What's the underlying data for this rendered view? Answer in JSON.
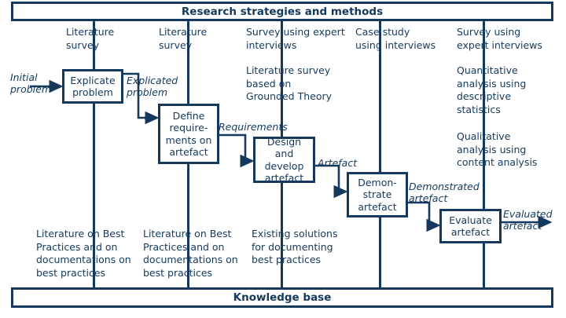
{
  "diagram": {
    "title_bar": {
      "label": "Research strategies and methods"
    },
    "bottom_bar": {
      "label": "Knowledge base"
    },
    "accent_color": "#14395c",
    "background_color": "#ffffff",
    "columns": [
      {
        "id": "col-1",
        "strategy": "Literature\nsurvey",
        "knowledge": "Literature on Best\nPractices and on\ndocumentations on\nbest practices"
      },
      {
        "id": "col-2",
        "strategy": "Literature\nsurvey",
        "knowledge": "Literature on Best\nPractices and on\ndocumentations on\nbest practices"
      },
      {
        "id": "col-3",
        "strategy": "Survey using expert\ninterviews",
        "strategy_secondary": "Literature survey\nbased on\nGrounded Theory",
        "knowledge": "Existing solutions\nfor documenting\nbest practices"
      },
      {
        "id": "col-4",
        "strategy": "Case study\nusing interviews",
        "knowledge": ""
      },
      {
        "id": "col-5",
        "strategy": "Survey using\nexpert interviews",
        "strategy_secondary": "Quantitative\nanalysis using\ndescriptive\nstatistics",
        "strategy_tertiary": "Qualitative\nanalysis using\ncontent analysis",
        "knowledge": ""
      }
    ],
    "activities": [
      {
        "id": "explicate-problem",
        "label": "Explicate\nproblem"
      },
      {
        "id": "define-requirements",
        "label": "Define\nrequire-\nments on\nartefact"
      },
      {
        "id": "design-develop-artefact",
        "label": "Design and\ndevelop\nartefact"
      },
      {
        "id": "demonstrate-artefact",
        "label": "Demon-\nstrate\nartefact"
      },
      {
        "id": "evaluate-artefact",
        "label": "Evaluate\nartefact"
      }
    ],
    "flow_labels": [
      {
        "id": "initial-problem",
        "label": "Initial\nproblem"
      },
      {
        "id": "explicated-problem",
        "label": "Explicated\nproblem"
      },
      {
        "id": "requirements",
        "label": "Requirements"
      },
      {
        "id": "artefact",
        "label": "Artefact"
      },
      {
        "id": "demonstrated-artefact",
        "label": "Demonstrated\nartefact"
      },
      {
        "id": "evaluated-artefact",
        "label": "Evaluated\nartefact"
      }
    ]
  }
}
